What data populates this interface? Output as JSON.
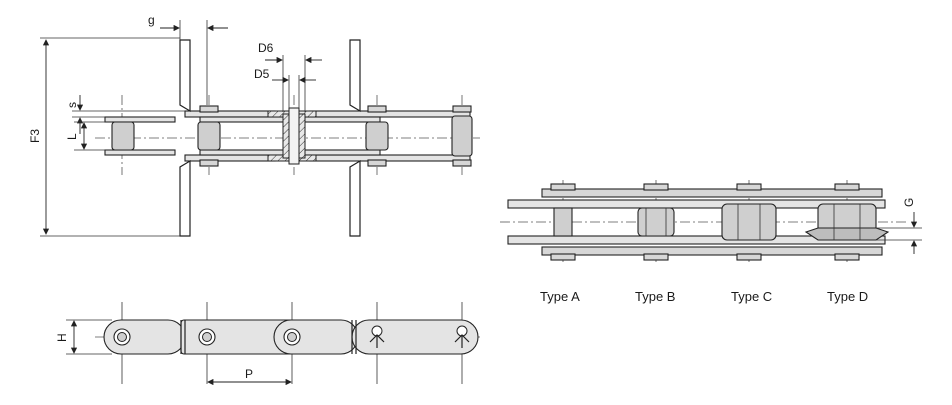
{
  "labels": {
    "g": "g",
    "d6": "D6",
    "d5": "D5",
    "s": "s",
    "l": "L",
    "f3": "F3",
    "h": "H",
    "p": "P",
    "g_big": "G"
  },
  "types": [
    "Type A",
    "Type B",
    "Type C",
    "Type D"
  ]
}
